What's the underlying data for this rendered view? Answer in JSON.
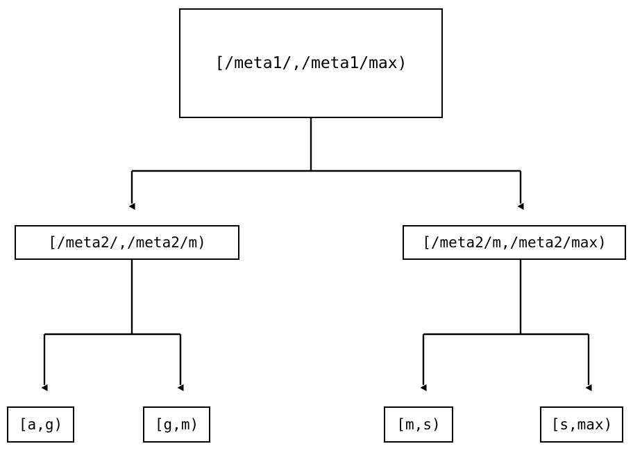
{
  "diagram": {
    "title": "range-partition-tree",
    "type": "tree",
    "stroke_color": "#000000",
    "fill_color": "#ffffff",
    "background": "#ffffff"
  },
  "nodes": {
    "root": {
      "label": "[/meta1/,/meta1/max)",
      "level": 0
    },
    "mid_left": {
      "label": "[/meta2/,/meta2/m)",
      "level": 1
    },
    "mid_right": {
      "label": "[/meta2/m,/meta2/max)",
      "level": 1
    },
    "leaf_ag": {
      "label": "[a,g)",
      "level": 2
    },
    "leaf_gm": {
      "label": "[g,m)",
      "level": 2
    },
    "leaf_ms": {
      "label": "[m,s)",
      "level": 2
    },
    "leaf_smax": {
      "label": "[s,max)",
      "level": 2
    }
  },
  "edges": [
    {
      "from": "root",
      "to": "mid_left",
      "arrow": "down"
    },
    {
      "from": "root",
      "to": "mid_right",
      "arrow": "down"
    },
    {
      "from": "mid_left",
      "to": "leaf_ag",
      "arrow": "down"
    },
    {
      "from": "mid_left",
      "to": "leaf_gm",
      "arrow": "down"
    },
    {
      "from": "mid_right",
      "to": "leaf_ms",
      "arrow": "down"
    },
    {
      "from": "mid_right",
      "to": "leaf_smax",
      "arrow": "down"
    }
  ]
}
